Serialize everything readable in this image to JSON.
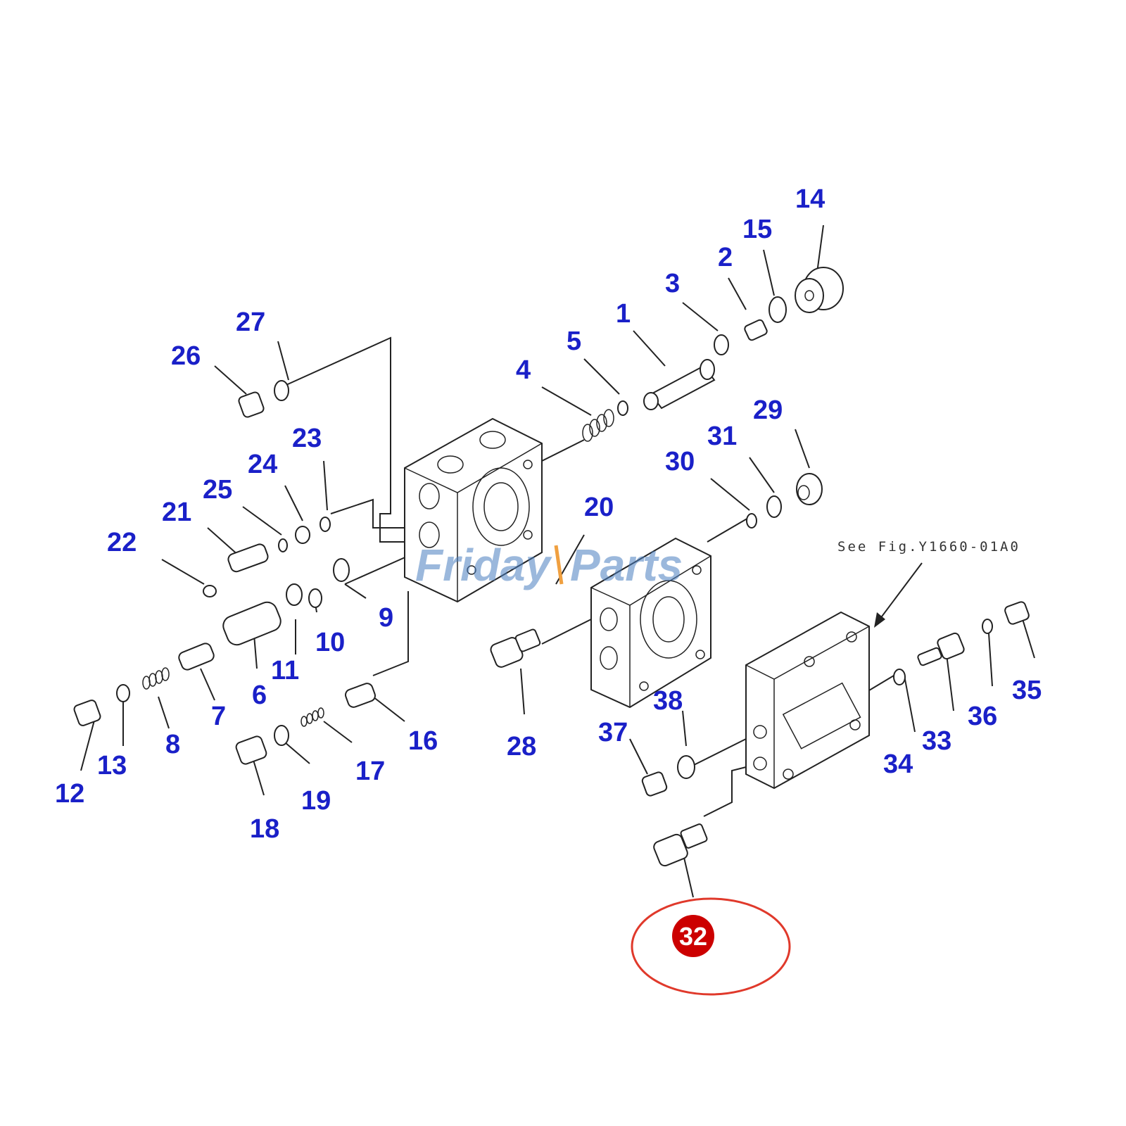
{
  "callouts": {
    "p1": "1",
    "p2": "2",
    "p3": "3",
    "p4": "4",
    "p5": "5",
    "p6": "6",
    "p7": "7",
    "p8": "8",
    "p9": "9",
    "p10": "10",
    "p11": "11",
    "p12": "12",
    "p13": "13",
    "p14": "14",
    "p15": "15",
    "p16": "16",
    "p17": "17",
    "p18": "18",
    "p19": "19",
    "p20": "20",
    "p21": "21",
    "p22": "22",
    "p23": "23",
    "p24": "24",
    "p25": "25",
    "p26": "26",
    "p27": "27",
    "p28": "28",
    "p29": "29",
    "p30": "30",
    "p31": "31",
    "p33": "33",
    "p34": "34",
    "p35": "35",
    "p36": "36",
    "p37": "37",
    "p38": "38"
  },
  "highlight": {
    "label": "32",
    "badge_color": "#cc0000",
    "ring_color": "#e0392b"
  },
  "reference_note": "See Fig.Y1660-01A0",
  "watermark": {
    "brand_part1": "Friday",
    "brand_part2": "Parts",
    "color": "#4b7fc0",
    "accent": "#f0a040"
  },
  "colors": {
    "callout": "#1a20c8",
    "line": "#222222"
  }
}
